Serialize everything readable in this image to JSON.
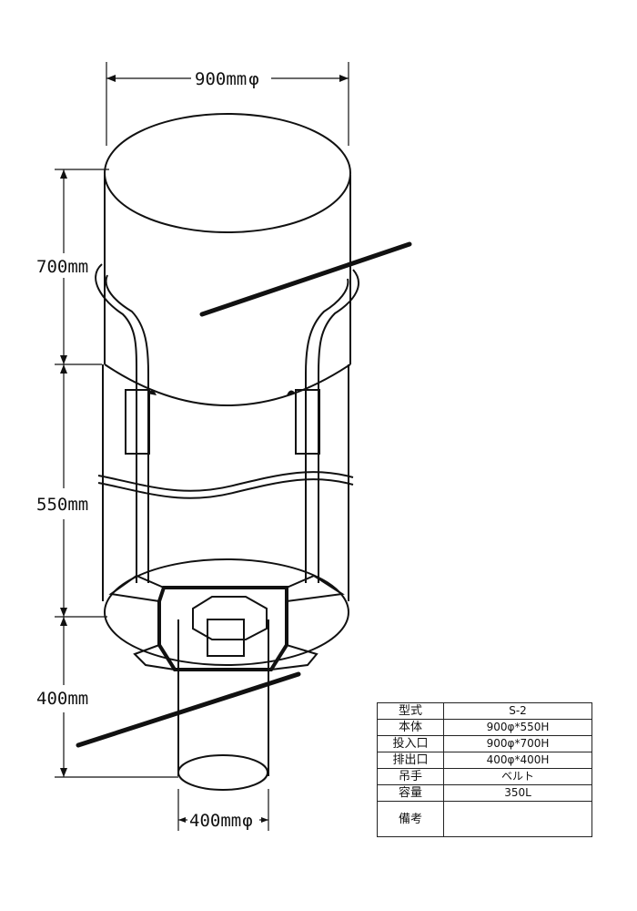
{
  "dimensions": {
    "top_diameter": "900mm",
    "top_diameter_phi": "φ",
    "spout_height": "700mm",
    "body_height": "550mm",
    "discharge_height": "400mm",
    "discharge_diameter": "400mm",
    "discharge_diameter_phi": "φ"
  },
  "spec_table": {
    "rows": [
      {
        "label": "型式",
        "value": "S-2"
      },
      {
        "label": "本体",
        "value": "900φ*550H"
      },
      {
        "label": "投入口",
        "value": "900φ*700H"
      },
      {
        "label": "排出口",
        "value": "400φ*400H"
      },
      {
        "label": "吊手",
        "value": "ベルト"
      },
      {
        "label": "容量",
        "value": "350L"
      },
      {
        "label": "備考",
        "value": ""
      }
    ]
  }
}
